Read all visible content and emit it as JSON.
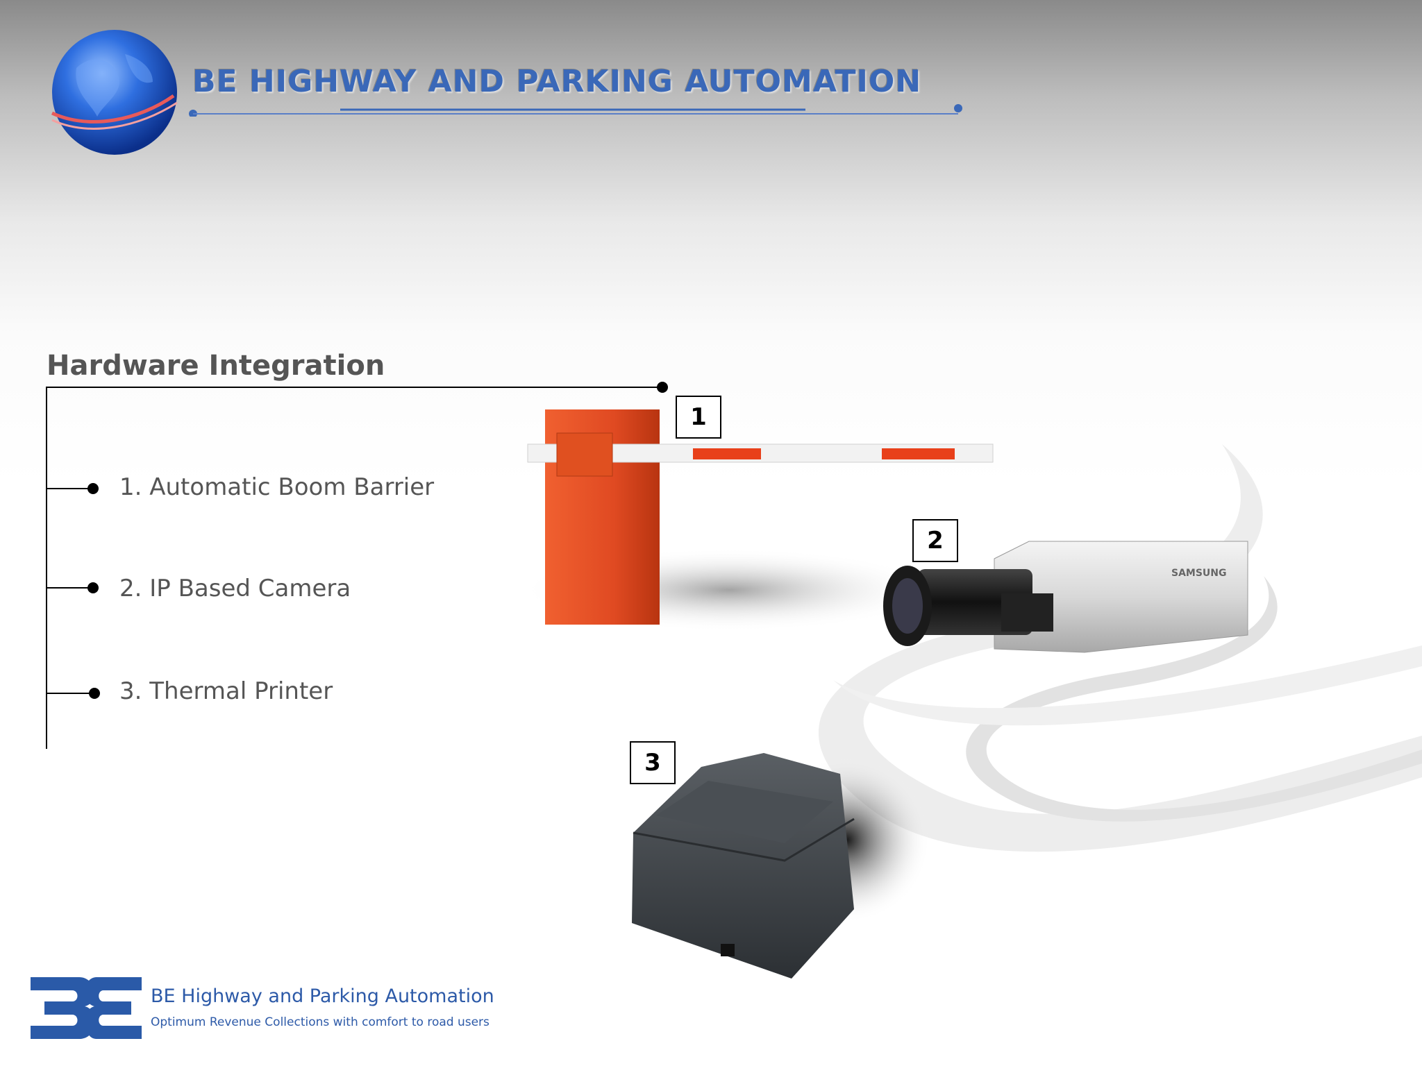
{
  "header": {
    "title": "BE HIGHWAY AND PARKING AUTOMATION"
  },
  "section": {
    "title": "Hardware Integration",
    "items": [
      {
        "label": "1. Automatic Boom Barrier"
      },
      {
        "label": "2. IP Based Camera"
      },
      {
        "label": "3. Thermal Printer"
      }
    ]
  },
  "devices": {
    "barrier_number": "1",
    "camera_number": "2",
    "printer_number": "3",
    "camera_brand": "SAMSUNG"
  },
  "footer": {
    "title": "BE Highway and Parking Automation",
    "tagline": "Optimum Revenue Collections with comfort to road users"
  },
  "colors": {
    "brand_blue": "#3a68b8",
    "barrier_orange": "#e04a22",
    "printer_gray": "#3f4347"
  }
}
